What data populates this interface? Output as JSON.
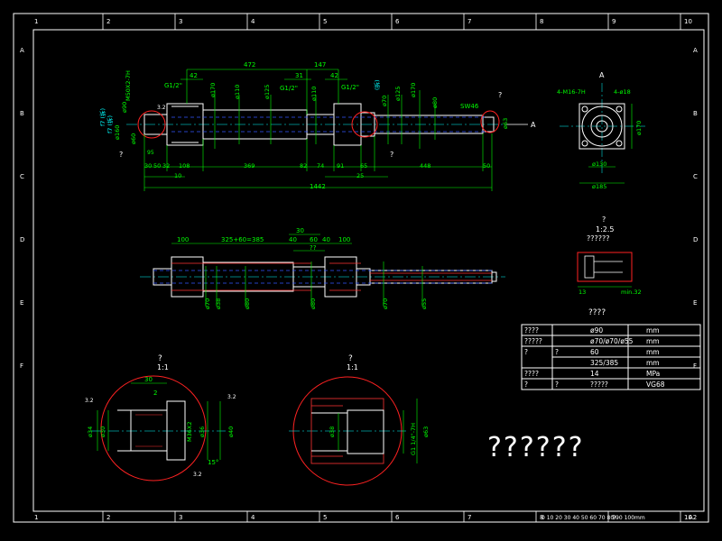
{
  "colors": {
    "background": "#000000",
    "frame": "#ffffff",
    "outline": "#ffffff",
    "dimension": "#00ff00",
    "center": "#00ffff",
    "hidden": "#3355ff",
    "detail": "#ff2222",
    "hatch": "#ff3333"
  },
  "border": {
    "columns": [
      "1",
      "2",
      "3",
      "4",
      "5",
      "6",
      "7",
      "8",
      "9",
      "10"
    ],
    "rows": [
      "A",
      "B",
      "C",
      "D",
      "E",
      "F"
    ],
    "scale_text": "0 10 20 30 40 50 60 70 80 90 100mm",
    "sheet_size": "A2"
  },
  "top_view": {
    "dims_top": [
      "472",
      "147",
      "42",
      "31",
      "42"
    ],
    "labels": [
      "G1/2\"",
      "G1/2\"",
      "G1/2\"",
      "SW46",
      "?",
      "?",
      "?",
      "A"
    ],
    "dims_bottom": [
      "95",
      "30",
      "50",
      "32",
      "108",
      "369",
      "82",
      "74",
      "91",
      "65",
      "448",
      "50",
      "10",
      "25",
      "1442"
    ],
    "diameters": [
      "ø170",
      "ø110",
      "ø125",
      "ø110",
      "ø125",
      "ø170",
      "ø70",
      "ø80",
      "ø63",
      "ø60",
      "ø160",
      "ø90"
    ],
    "thread": "M50X2-7H",
    "fit_tags": [
      "f7 (拆)",
      "f7 (拆)",
      "(拆)"
    ],
    "roughness": "3.2"
  },
  "end_view": {
    "title": "A",
    "thread": "4-M16-7H",
    "holes": "4-ø18",
    "dims": [
      "ø130",
      "ø185",
      "ø170"
    ]
  },
  "section_view": {
    "dims": [
      "100",
      "325+60=385",
      "30",
      "40",
      "60",
      "40",
      "100",
      "??"
    ],
    "diameters": [
      "ø70",
      "ø38",
      "ø80",
      "ø80",
      "ø70",
      "ø55"
    ]
  },
  "detail_small": {
    "title": "?",
    "scale": "1:2.5",
    "subtitle": "??????",
    "dims": [
      "13",
      "min.32"
    ]
  },
  "detail_left": {
    "title": "?",
    "scale": "1:1",
    "dims": [
      "30",
      "2",
      "ø34",
      "ø30",
      "M36X2",
      "ø36",
      "ø40",
      "15°",
      "3.2",
      "3.2",
      "3.2"
    ]
  },
  "detail_right": {
    "title": "?",
    "scale": "1:1",
    "dims": [
      "ø38",
      "G1 1/4\"-7H",
      "ø63"
    ]
  },
  "spec_table": {
    "title": "????",
    "rows": [
      [
        "????",
        "",
        "ø90",
        "mm"
      ],
      [
        "?????",
        "",
        "ø70/ø70/ø55",
        "mm"
      ],
      [
        "?",
        "?",
        "60",
        "mm"
      ],
      [
        "",
        "",
        "325/385",
        "mm"
      ],
      [
        "????",
        "",
        "14",
        "MPa"
      ],
      [
        "?",
        "?",
        "?????",
        "VG68"
      ]
    ]
  },
  "notes_title": "??????"
}
